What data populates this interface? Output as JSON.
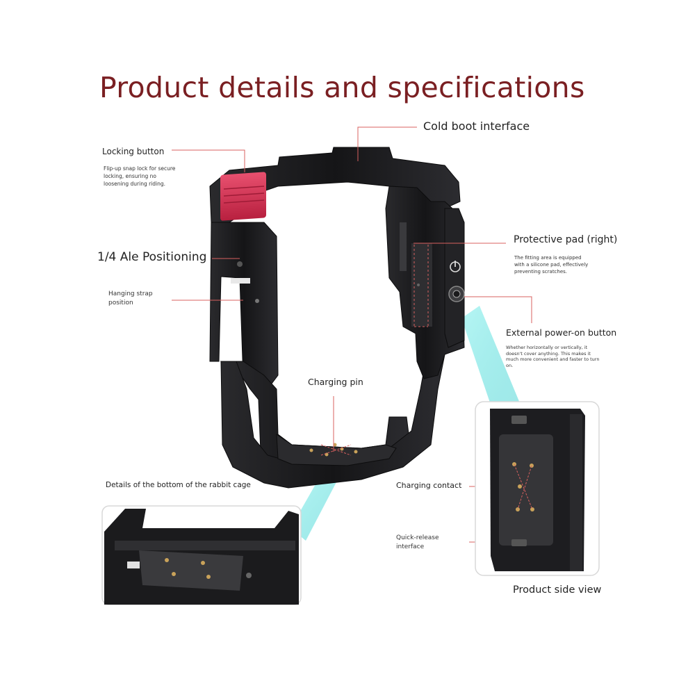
{
  "title": "Product details and specifications",
  "labels": {
    "cold_boot": "Cold boot interface",
    "locking_button": "Locking button",
    "locking_desc_1": "Flip-up snap lock for secure",
    "locking_desc_2": "locking, ensuring no",
    "locking_desc_3": "loosening during riding.",
    "positioning": "1/4 Ale Positioning",
    "hanging_1": "Hanging strap",
    "hanging_2": "position",
    "protective_pad": "Protective pad (right)",
    "pad_desc_1": "The fitting area is equipped",
    "pad_desc_2": "with a silicone pad, effectively",
    "pad_desc_3": "preventing scratches.",
    "power_button": "External power-on button",
    "power_desc_1": "Whether horizontally or vertically, it",
    "power_desc_2": "doesn't cover anything. This makes it",
    "power_desc_3": "much more convenient and faster to turn",
    "power_desc_4": "on.",
    "charging_pin": "Charging pin",
    "bottom_details": "Details of the bottom of the rabbit cage",
    "charging_contact": "Charging contact",
    "quick_release_1": "Quick-release",
    "quick_release_2": "interface",
    "side_view": "Product side view"
  },
  "colors": {
    "title": "#7a1f22",
    "leader_line": "#d8605f",
    "cage_metal": "#1e1e20",
    "lock_accent": "#d9345a",
    "glow": "#6ee6e6"
  }
}
